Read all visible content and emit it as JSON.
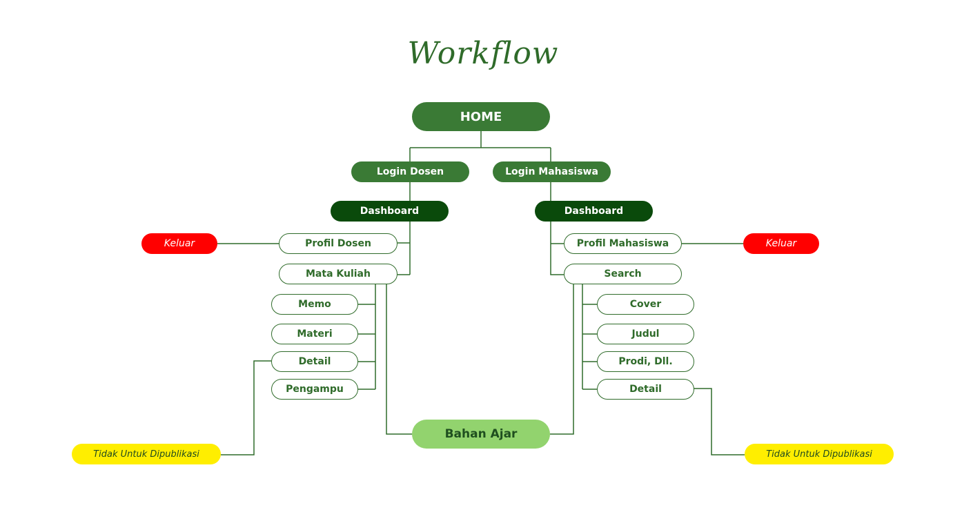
{
  "title": "Workflow",
  "colors": {
    "line": "#2f6b2a",
    "home": "#3a7a35",
    "dashboard": "#0a4a0b",
    "exit": "#ff0000",
    "private": "#ffee00",
    "bahan_ajar": "#92d36e"
  },
  "nodes": {
    "home": "HOME",
    "login_dosen": "Login Dosen",
    "login_mahasiswa": "Login Mahasiswa",
    "dashboard_dosen": "Dashboard",
    "dashboard_mahasiswa": "Dashboard",
    "keluar_left": "Keluar",
    "keluar_right": "Keluar",
    "profil_dosen": "Profil Dosen",
    "mata_kuliah": "Mata Kuliah",
    "memo": "Memo",
    "materi": "Materi",
    "detail_left": "Detail",
    "pengampu": "Pengampu",
    "profil_mahasiswa": "Profil Mahasiswa",
    "search": "Search",
    "cover": "Cover",
    "judul": "Judul",
    "prodi": "Prodi, Dll.",
    "detail_right": "Detail",
    "bahan_ajar": "Bahan Ajar",
    "tidak_left": "Tidak Untuk Dipublikasi",
    "tidak_right": "Tidak Untuk Dipublikasi"
  }
}
